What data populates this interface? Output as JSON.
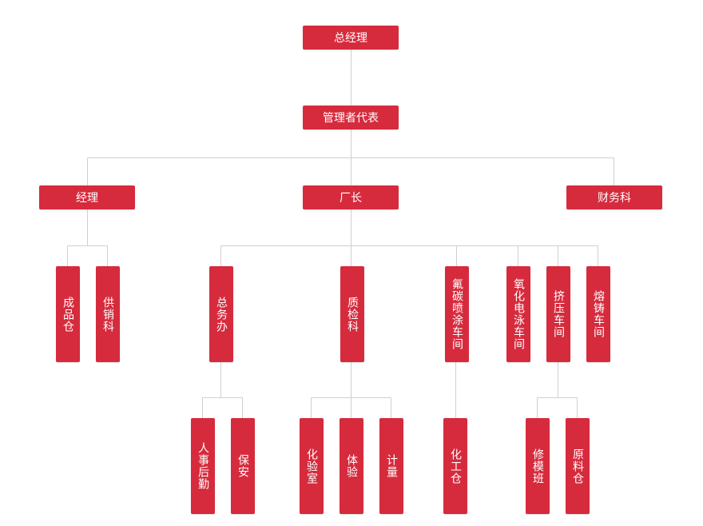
{
  "nodes": {
    "gm": "总经理",
    "rep": "管理者代表",
    "jingli": "经理",
    "changzhang": "厂长",
    "caiwu": "财务科",
    "chengpin": "成品仓",
    "gongxiao": "供销科",
    "zongwu": "总务办",
    "zhijian": "质检科",
    "futan": "氟碳喷涂车间",
    "yanghua": "氧化电泳车间",
    "jiya": "挤压车间",
    "rongzhu": "熔铸车间",
    "renshi": "人事后勤",
    "baoan": "保安",
    "huayan": "化验室",
    "tiyan": "体验",
    "jiliang": "计量",
    "huagong": "化工仓",
    "xiumo": "修模班",
    "yuanliao": "原料仓"
  },
  "colors": {
    "box": "#d62b3d",
    "line": "#d0d0d0",
    "text": "#ffffff"
  }
}
